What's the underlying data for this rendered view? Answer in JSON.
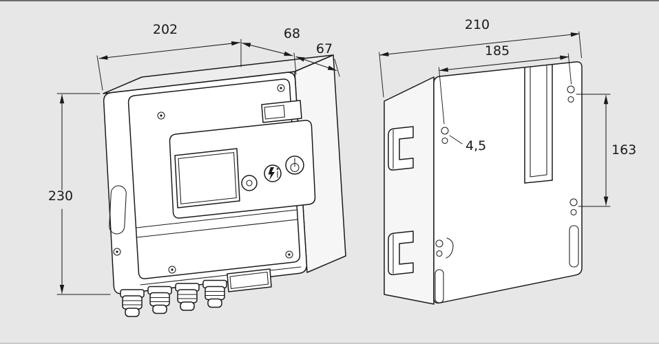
{
  "canvas": {
    "background": "#e7e7e7",
    "line_color": "#1a1a1a",
    "face_color": "#ffffff"
  },
  "front_view": {
    "dim_width": "202",
    "dim_depth_a": "68",
    "dim_depth_b": "67",
    "dim_height": "230"
  },
  "rear_view": {
    "dim_width": "210",
    "dim_hole_spacing": "185",
    "dim_hole_diameter": "4,5",
    "dim_height_spacing": "163"
  }
}
